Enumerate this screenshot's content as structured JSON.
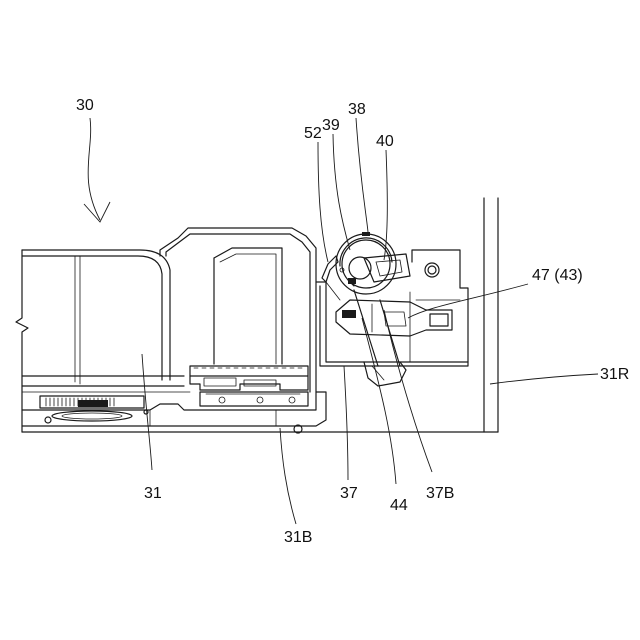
{
  "labels": {
    "l30": "30",
    "l38": "38",
    "l52": "52",
    "l39": "39",
    "l40": "40",
    "l47": "47 (43)",
    "l31r": "31R",
    "l31": "31",
    "l37": "37",
    "l44": "44",
    "l37b": "37B",
    "l31b": "31B"
  }
}
